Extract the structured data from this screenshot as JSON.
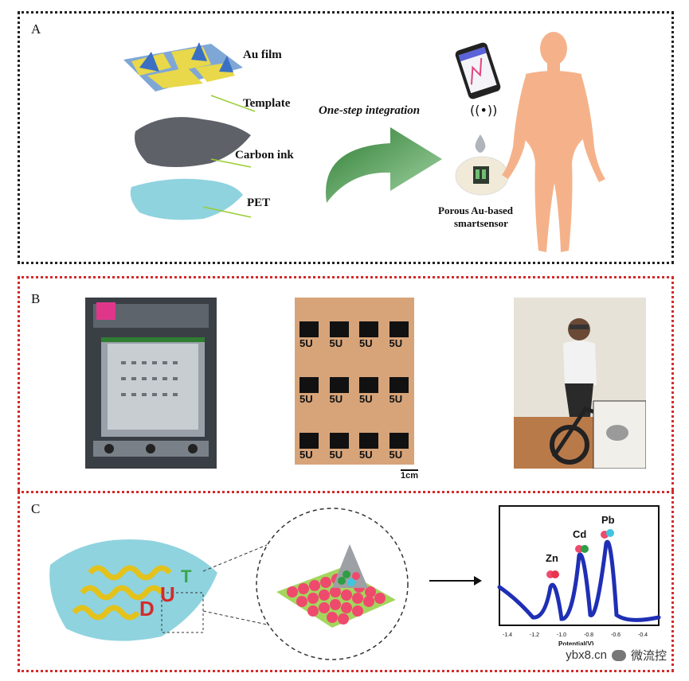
{
  "panels": {
    "a": {
      "letter": "A",
      "layers": [
        "Au film",
        "Template",
        "Carbon ink",
        "PET"
      ],
      "arrow_text": "One-step integration",
      "sensor_label_line1": "Porous Au-based",
      "sensor_label_line2": "smartsensor"
    },
    "b": {
      "letter": "B",
      "scale_bar": "1cm",
      "printed_text": "5U"
    },
    "c": {
      "letter": "C",
      "electrode_letters": [
        "D",
        "U",
        "T"
      ],
      "peaks": [
        "Zn",
        "Cd",
        "Pb"
      ],
      "x_axis_label": "Potential(V)",
      "x_ticks": [
        "-1.4",
        "-1.2",
        "-1.0",
        "-0.8",
        "-0.6",
        "-0.4"
      ]
    }
  },
  "watermark": {
    "text": "ybx8.cn",
    "brand": "微流控"
  },
  "colors": {
    "panel_a_border": "#222222",
    "panel_bc_border": "#d42a2a",
    "curve": "#1f2fb5",
    "arrow": "#4caf50"
  }
}
